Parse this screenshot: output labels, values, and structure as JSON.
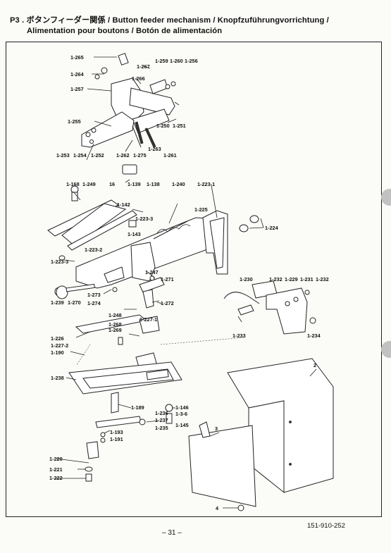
{
  "header": {
    "line1": "P3 . ボタンフィーダー関係 / Button feeder mechanism / Knopfzuführungvorrichtung /",
    "line2": "Alimentation pour boutons / Botón de alimentación"
  },
  "page_number": "– 31 –",
  "document_code": "151-910-252",
  "part_labels": [
    "1-265",
    "1-267",
    "1-264",
    "1-266",
    "1-257",
    "1-259",
    "1-260",
    "1-256",
    "1-250",
    "1-251",
    "1-255",
    "1-253",
    "1-254",
    "1-252",
    "1-262",
    "1-275",
    "1-263",
    "1-261",
    "1-168",
    "1-249",
    "16",
    "1-139",
    "1-138",
    "1-240",
    "1-223-1",
    "1-142",
    "1-223-3",
    "1-225",
    "1-143",
    "1-224",
    "1-223-2",
    "1-223-3",
    "1-247",
    "1-271",
    "1-273",
    "1-274",
    "1-272",
    "1-239",
    "1-270",
    "1-230",
    "1-232",
    "1-229",
    "1-231",
    "1-232",
    "1-233",
    "1-234",
    "1-248",
    "1-227-1",
    "1-268",
    "1-269",
    "1-226",
    "1-227-2",
    "1-190",
    "1-238",
    "2",
    "1-189",
    "1-146",
    "1-3-6",
    "1-236",
    "1-237",
    "1-145",
    "1-235",
    "1-193",
    "1-191",
    "3",
    "1-220",
    "1-221",
    "1-222",
    "4"
  ]
}
